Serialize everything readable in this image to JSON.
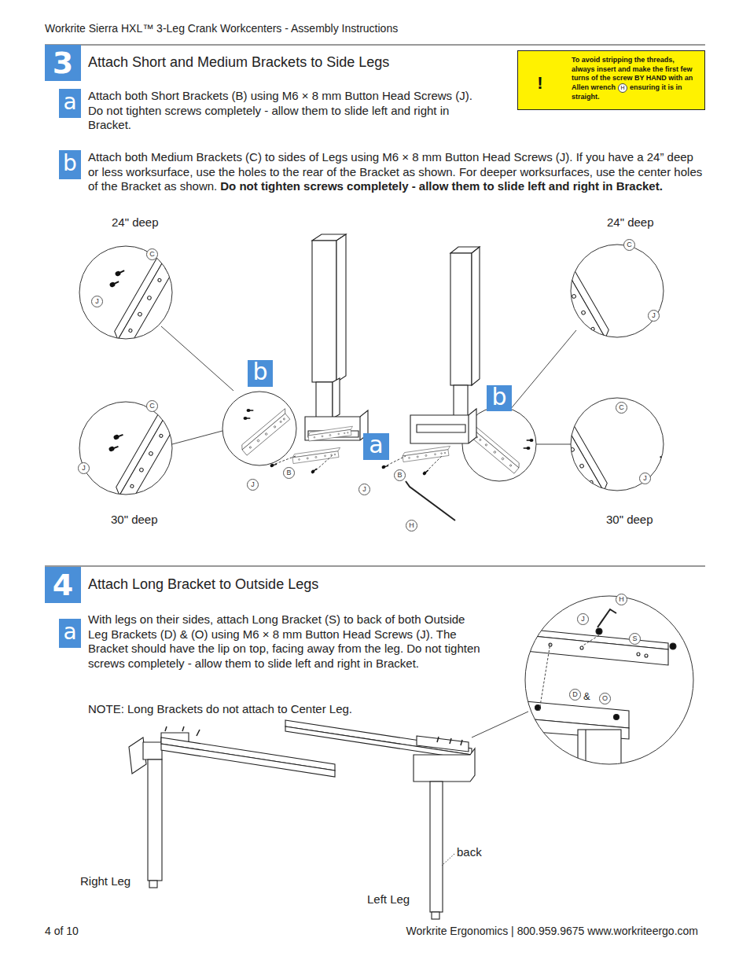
{
  "diagram": {
    "title": "Workrite Sierra HXL™ 3-Leg Crank Workcenters - Assembly Instructions",
    "nodes": [
      {
        "text": [
          "3",
          "Attach Short and Medium Brackets to Side Legs"
        ]
      },
      {
        "text": [
          "!",
          "To avoid stripping the threads, always insert and make the first few turns of the screw BY HAND with an Allen wrench",
          "H",
          "ensuring it is in straight."
        ]
      },
      {
        "text": [
          "a",
          "Attach both Short Brackets (B) using M6 × 8 mm Button Head Screws (J). Do not tighten screws completely - allow them to slide left and right in Bracket."
        ]
      },
      {
        "text": [
          "b",
          "Attach both Medium Brackets (C) to sides of Legs using M6 × 8 mm Button Head Screws (J). If you have a 24” deep or less worksurface, use the holes to the rear of the Bracket as shown. For deeper worksurfaces, use the center holes of the Bracket as shown.",
          "Do not tighten screws completely - allow them to slide left and right in Bracket."
        ]
      },
      {
        "text": [
          "b"
        ]
      },
      {
        "text": [
          "a"
        ]
      },
      {
        "text": [
          "b"
        ]
      },
      {
        "text": [
          "4",
          "Attach Long Bracket to Outside Legs"
        ]
      },
      {
        "text": [
          "a",
          "With legs on their sides, attach Long Bracket (S) to back of both Outside Leg Brackets (D) & (O) using M6 × 8 mm Button Head Screws (J). The Bracket should have the lip on top, facing away from the leg. Do not tighten screws completely - allow them to slide left and right in Bracket."
        ]
      }
    ],
    "labels": [
      "24\" deep",
      "24\" deep",
      "C",
      "J",
      "C",
      "J",
      "J",
      "B",
      "B",
      "J",
      "H",
      "C",
      "J",
      "C",
      "J",
      "30\" deep",
      "30\" deep",
      "NOTE: Long Brackets do not attach to Center Leg.",
      "H",
      "J",
      "S",
      "D",
      "&",
      "O",
      "back",
      "Right Leg",
      "Left Leg",
      "4 of 10",
      "Workrite Ergonomics | 800.959.9675 www.workriteergo.com"
    ]
  }
}
